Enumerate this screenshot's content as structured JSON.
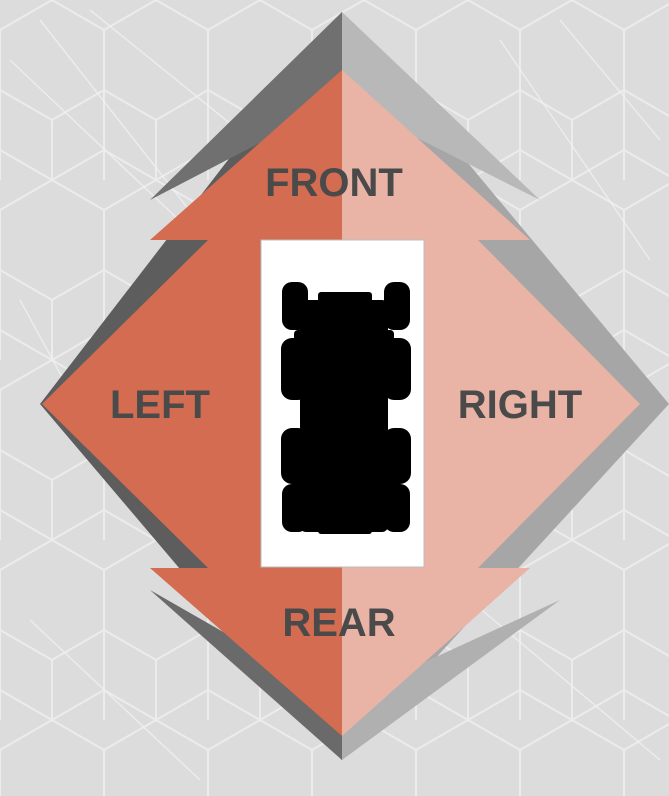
{
  "diagram": {
    "labels": {
      "front": "FRONT",
      "left": "LEFT",
      "right": "RIGHT",
      "rear": "REAR"
    },
    "vehicle_icon": "vehicle-top-view-silhouette-icon",
    "colors": {
      "background": "#dcdcdc",
      "hex_pattern": "#ebebeb",
      "left_half": "#d36c50",
      "right_half": "#e9b4a6",
      "bevel_dark": "#5d5d5d",
      "bevel_light": "#a6a6a6",
      "label_text": "#4a4a4a",
      "center_panel": "#ffffff",
      "vehicle": "#000000"
    }
  }
}
